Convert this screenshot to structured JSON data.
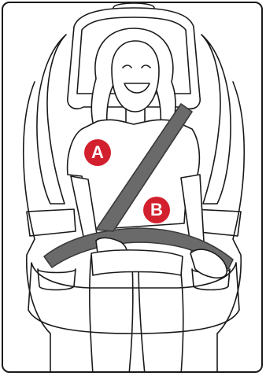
{
  "markers": {
    "a": {
      "label": "A"
    },
    "b": {
      "label": "B"
    }
  },
  "colors": {
    "marker_red": "#d3202e",
    "belt_gray": "#6a6a6a",
    "outline": "#1a1a1a",
    "background": "#ffffff"
  },
  "icons": {
    "illustration": "child-in-booster-seat-with-seatbelt"
  }
}
